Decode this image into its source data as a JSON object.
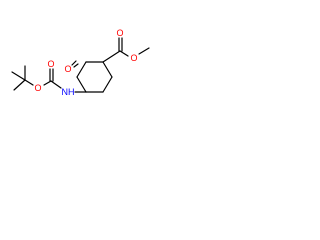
{
  "molecule": {
    "colors": {
      "bond": "#000000",
      "oxygen": "#ff0000",
      "nitrogen": "#0000ff"
    },
    "labels": {
      "ketone_oxygen": "O",
      "ester_carbonyl_oxygen": "O",
      "ester_ether_oxygen": "O",
      "boc_carbonyl_oxygen": "O",
      "boc_ether_oxygen": "O",
      "amide_nitrogen": "NH"
    }
  }
}
